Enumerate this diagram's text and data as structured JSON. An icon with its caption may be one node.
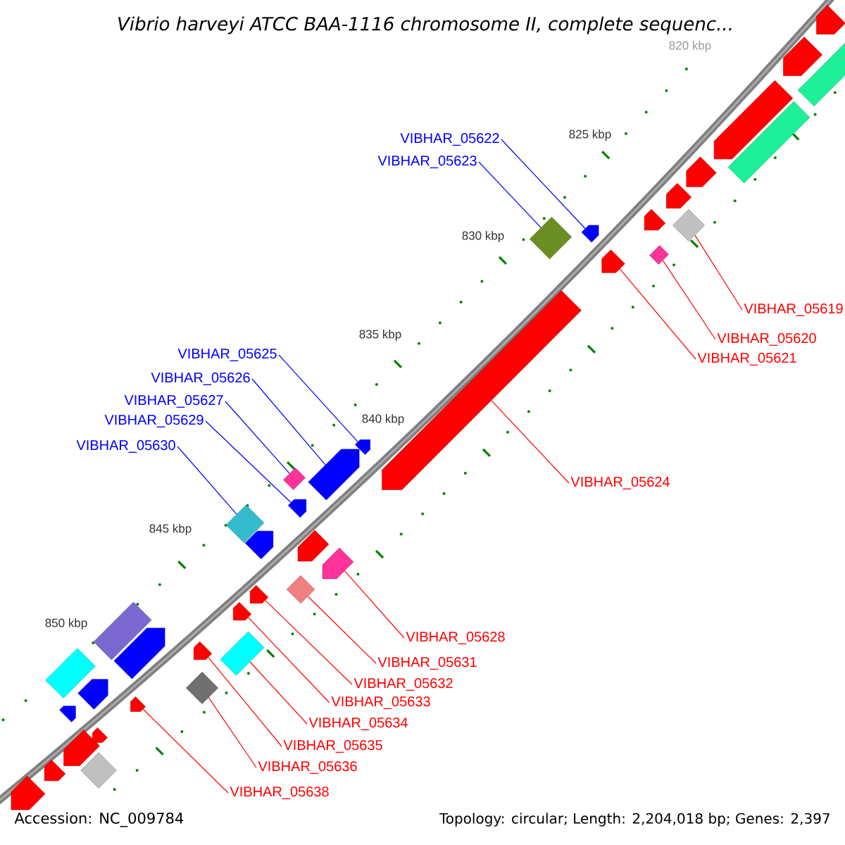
{
  "diagram": {
    "title": "Vibrio harveyi ATCC BAA-1116 chromosome II, complete sequenc...",
    "nodes": [
      {
        "text": [
          "VIBHAR_05622"
        ]
      },
      {
        "text": [
          "VIBHAR_05623"
        ]
      },
      {
        "text": [
          "VIBHAR_05619"
        ]
      },
      {
        "text": [
          "VIBHAR_05620"
        ]
      },
      {
        "text": [
          "VIBHAR_05621"
        ]
      },
      {
        "text": [
          "VIBHAR_05625"
        ]
      },
      {
        "text": [
          "VIBHAR_05626"
        ]
      },
      {
        "text": [
          "VIBHAR_05627"
        ]
      },
      {
        "text": [
          "VIBHAR_05629"
        ]
      },
      {
        "text": [
          "VIBHAR_05630"
        ]
      },
      {
        "text": [
          "VIBHAR_05624"
        ]
      },
      {
        "text": [
          "VIBHAR_05628"
        ]
      },
      {
        "text": [
          "VIBHAR_05631"
        ]
      },
      {
        "text": [
          "VIBHAR_05632"
        ]
      },
      {
        "text": [
          "VIBHAR_05633"
        ]
      },
      {
        "text": [
          "VIBHAR_05634"
        ]
      },
      {
        "text": [
          "VIBHAR_05635"
        ]
      },
      {
        "text": [
          "VIBHAR_05636"
        ]
      },
      {
        "text": [
          "VIBHAR_05638"
        ]
      },
      {
        "text": [],
        "shape": "arrow"
      },
      {
        "text": [],
        "shape": "diamond"
      },
      {
        "text": [],
        "shape": "diamond"
      },
      {
        "text": [],
        "shape": "diamond"
      },
      {
        "text": [],
        "shape": "arrow"
      },
      {
        "text": [],
        "shape": "arrow"
      },
      {
        "text": [],
        "shape": "arrow"
      },
      {
        "text": [],
        "shape": "diamond"
      },
      {
        "text": [],
        "shape": "arrow"
      },
      {
        "text": [],
        "shape": "diamond"
      },
      {
        "text": [],
        "shape": "arrow"
      },
      {
        "text": [],
        "shape": "arrow"
      },
      {
        "text": [],
        "shape": "diamond"
      },
      {
        "text": [],
        "shape": "arrow"
      },
      {
        "text": [],
        "shape": "arrow"
      },
      {
        "text": [],
        "shape": "box"
      },
      {
        "text": [],
        "shape": "arrow"
      },
      {
        "text": [],
        "shape": "diamond"
      },
      {
        "text": [],
        "shape": "arrow"
      },
      {
        "text": [],
        "shape": "arrow"
      },
      {
        "text": [],
        "shape": "arrow"
      },
      {
        "text": [],
        "shape": "arrow"
      },
      {
        "text": [],
        "shape": "arrow"
      },
      {
        "text": [],
        "shape": "arrow"
      },
      {
        "text": [],
        "shape": "arrow"
      },
      {
        "text": [],
        "shape": "box"
      },
      {
        "text": [],
        "shape": "box"
      },
      {
        "text": [],
        "shape": "arrow"
      },
      {
        "text": [],
        "shape": "arrow"
      },
      {
        "text": [],
        "shape": "box"
      },
      {
        "text": [],
        "shape": "arrow"
      },
      {
        "text": [],
        "shape": "box"
      },
      {
        "text": [],
        "shape": "arrow"
      },
      {
        "text": [],
        "shape": "arrow"
      },
      {
        "text": [],
        "shape": "arrow"
      },
      {
        "text": [],
        "shape": "arrow"
      },
      {
        "text": [],
        "shape": "arrow"
      },
      {
        "text": [],
        "shape": "diamond"
      },
      {
        "text": [],
        "shape": "arrow"
      }
    ],
    "edges": [
      {
        "from": 0,
        "to": 19,
        "arrow": "none",
        "color": "#0000ff"
      },
      {
        "from": 1,
        "to": 20,
        "arrow": "none",
        "color": "#0000ff"
      },
      {
        "from": 2,
        "to": 21,
        "arrow": "none"
      },
      {
        "from": 3,
        "to": 22,
        "arrow": "none"
      },
      {
        "from": 4,
        "to": 23,
        "arrow": "none"
      },
      {
        "from": 5,
        "to": 24,
        "arrow": "none",
        "color": "#0000ff"
      },
      {
        "from": 6,
        "to": 25,
        "arrow": "none",
        "color": "#0000ff"
      },
      {
        "from": 7,
        "to": 26,
        "arrow": "none",
        "color": "#0000ff"
      },
      {
        "from": 8,
        "to": 27,
        "arrow": "none",
        "color": "#0000ff"
      },
      {
        "from": 9,
        "to": 28,
        "arrow": "none",
        "color": "#0000ff"
      },
      {
        "from": 10,
        "to": 29,
        "arrow": "none"
      },
      {
        "from": 11,
        "to": 30,
        "arrow": "none"
      },
      {
        "from": 12,
        "to": 31,
        "arrow": "none"
      },
      {
        "from": 13,
        "to": 32,
        "arrow": "none"
      },
      {
        "from": 14,
        "to": 33,
        "arrow": "none"
      },
      {
        "from": 15,
        "to": 34,
        "arrow": "none"
      },
      {
        "from": 16,
        "to": 35,
        "arrow": "none"
      },
      {
        "from": 17,
        "to": 36,
        "arrow": "none"
      },
      {
        "from": 18,
        "to": 37,
        "arrow": "none"
      }
    ],
    "labels": [
      "820 kbp",
      "825 kbp",
      "830 kbp",
      "835 kbp",
      "840 kbp",
      "845 kbp",
      "850 kbp",
      "Accession: NC_009784",
      "Topology: circular; Length: 2,204,018 bp; Genes: 2,397"
    ]
  }
}
